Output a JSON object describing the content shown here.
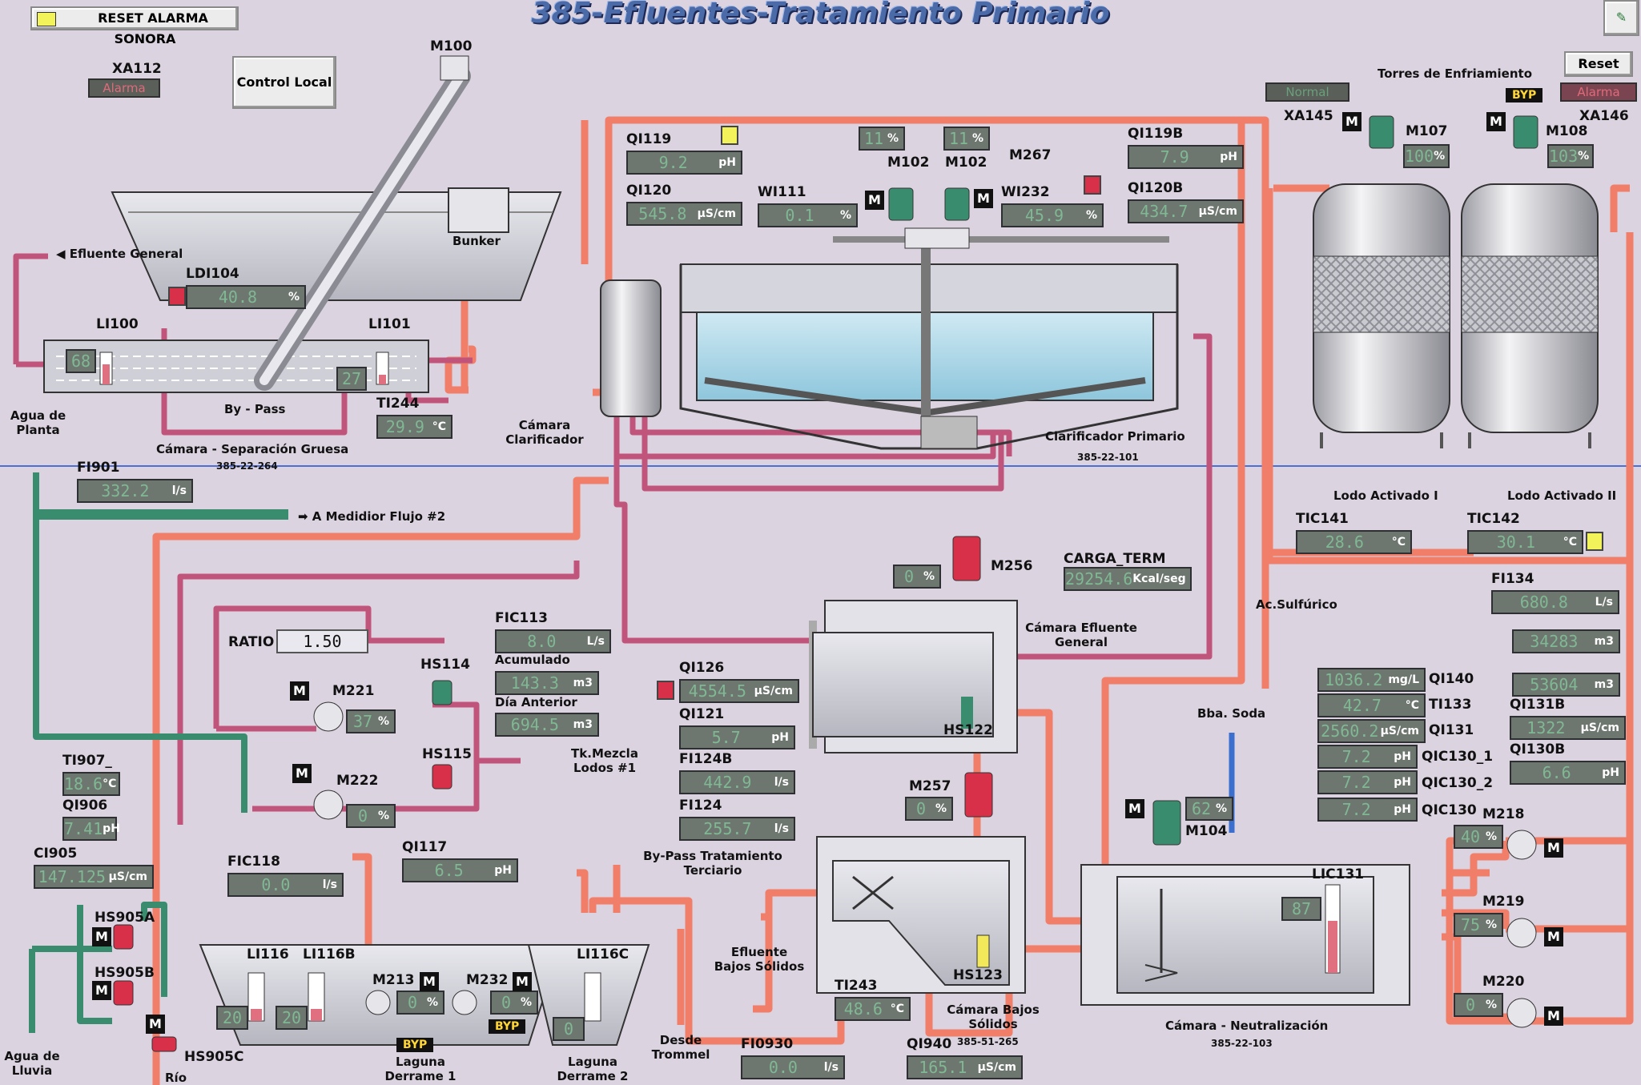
{
  "title": "385-Efluentes-Tratamiento Primario",
  "buttons": {
    "reset_alarm": "RESET ALARMA SONORA",
    "control_local": "Control Local",
    "reset": "Reset"
  },
  "alarms": {
    "xa112": {
      "tag": "XA112",
      "text": "Alarma"
    },
    "xa145": {
      "tag": "XA145",
      "text": "Normal"
    },
    "xa146": {
      "tag": "XA146",
      "text": "Alarma"
    }
  },
  "byp": "BYP",
  "m": "M",
  "labels": {
    "m100": "M100",
    "bunker": "Bunker",
    "efluente_general": "Efluente General",
    "li100": "LI100",
    "li101": "LI101",
    "bypass": "By - Pass",
    "camara_sep": "Cámara - Separación Gruesa",
    "camara_sep_id": "385-22-264",
    "agua_planta": "Agua de Planta",
    "camara_clar": "Cámara Clarificador",
    "clar_primario": "Clarificador Primario",
    "clar_primario_id": "385-22-101",
    "m267": "M267",
    "torres": "Torres de Enfriamiento",
    "m107": "M107",
    "m108": "M108",
    "lodo1": "Lodo Activado I",
    "lodo2": "Lodo Activado II",
    "a_medidor": "A Medidior Flujo #2",
    "carga_term": "CARGA_TERM",
    "m256": "M256",
    "camara_ef_gen": "Cámara Efluente General",
    "ac_sulfurico": "Ac.Sulfúrico",
    "bba_soda": "Bba. Soda",
    "ratio": "RATIO",
    "hs114": "HS114",
    "hs115": "HS115",
    "m221": "M221",
    "m222": "M222",
    "acumulado": "Acumulado",
    "dia_anterior": "Día Anterior",
    "tk_mezcla": "Tk.Mezcla Lodos #1",
    "hs122": "HS122",
    "m257": "M257",
    "hs123": "HS123",
    "m104": "M104",
    "bypass_terc": "By-Pass Tratamiento Terciario",
    "efl_bajos": "Efluente Bajos Sólidos",
    "camara_bajos": "Cámara Bajos Sólidos",
    "camara_bajos_id": "385-51-265",
    "desde_trommel": "Desde Trommel",
    "camara_neut": "Cámara - Neutralización",
    "camara_neut_id": "385-22-103",
    "lic131": "LIC131",
    "m218": "M218",
    "m219": "M219",
    "m220": "M220",
    "hs905a": "HS905A",
    "hs905b": "HS905B",
    "hs905c": "HS905C",
    "agua_lluvia": "Agua de Lluvia",
    "rio": "Río",
    "li116": "LI116",
    "li116b": "LI116B",
    "li116c": "LI116C",
    "m213": "M213",
    "m232": "M232",
    "laguna1": "Laguna Derrame 1",
    "laguna2": "Laguna Derrame 2",
    "qic130_1": "QIC130_1",
    "qic130_2": "QIC130_2",
    "qic130": "QIC130",
    "qi140": "QI140",
    "ti133": "TI133",
    "qi131": "QI131"
  },
  "displays": {
    "ldi104": {
      "tag": "LDI104",
      "value": "40.8",
      "unit": "%"
    },
    "li100": {
      "value": "68"
    },
    "li101": {
      "value": "27"
    },
    "ti244": {
      "tag": "TI244",
      "value": "29.9",
      "unit": "°C"
    },
    "fi901": {
      "tag": "FI901",
      "value": "332.2",
      "unit": "l/s"
    },
    "qi119": {
      "tag": "QI119",
      "value": "9.2",
      "unit": "pH"
    },
    "qi120": {
      "tag": "QI120",
      "value": "545.8",
      "unit": "µS/cm"
    },
    "pct_top1": {
      "value": "11",
      "unit": "%"
    },
    "pct_top2": {
      "value": "11",
      "unit": "%"
    },
    "wi111": {
      "tag": "WI111",
      "value": "0.1",
      "unit": "%"
    },
    "m102a": {
      "tag": "M102"
    },
    "m102b": {
      "tag": "M102"
    },
    "wi232": {
      "tag": "WI232",
      "value": "45.9",
      "unit": "%"
    },
    "qi119b": {
      "tag": "QI119B",
      "value": "7.9",
      "unit": "pH"
    },
    "qi120b": {
      "tag": "QI120B",
      "value": "434.7",
      "unit": "µS/cm"
    },
    "m107": {
      "value": "100",
      "unit": "%"
    },
    "m108": {
      "value": "103",
      "unit": "%"
    },
    "tic141": {
      "tag": "TIC141",
      "value": "28.6",
      "unit": "°C"
    },
    "tic142": {
      "tag": "TIC142",
      "value": "30.1",
      "unit": "°C"
    },
    "fi134": {
      "tag": "FI134",
      "value": "680.8",
      "unit": "L/s"
    },
    "fi134_acum": {
      "value": "34283",
      "unit": "m3"
    },
    "fi134_dia": {
      "value": "53604",
      "unit": "m3"
    },
    "qi131b": {
      "tag": "QI131B",
      "value": "1322",
      "unit": "µS/cm"
    },
    "qi130b": {
      "tag": "QI130B",
      "value": "6.6",
      "unit": "pH"
    },
    "m256": {
      "value": "0",
      "unit": "%"
    },
    "carga_term": {
      "value": "29254.6",
      "unit": "Kcal/seg"
    },
    "ratio": {
      "value": "1.50"
    },
    "fic113": {
      "tag": "FIC113",
      "value": "8.0",
      "unit": "L/s"
    },
    "fic113_acum": {
      "value": "143.3",
      "unit": "m3"
    },
    "fic113_dia": {
      "value": "694.5",
      "unit": "m3"
    },
    "m221": {
      "value": "37",
      "unit": "%"
    },
    "m222": {
      "value": "0",
      "unit": "%"
    },
    "qi126": {
      "tag": "QI126",
      "value": "4554.5",
      "unit": "µS/cm"
    },
    "qi121": {
      "tag": "QI121",
      "value": "5.7",
      "unit": "pH"
    },
    "fi124b": {
      "tag": "FI124B",
      "value": "442.9",
      "unit": "l/s"
    },
    "fi124": {
      "tag": "FI124",
      "value": "255.7",
      "unit": "l/s"
    },
    "m257": {
      "value": "0",
      "unit": "%"
    },
    "m104": {
      "value": "62",
      "unit": "%"
    },
    "qi140": {
      "value": "1036.2",
      "unit": "mg/L"
    },
    "ti133": {
      "value": "42.7",
      "unit": "°C"
    },
    "qi131": {
      "value": "2560.2",
      "unit": "µS/cm"
    },
    "qic130_1": {
      "value": "7.2",
      "unit": "pH"
    },
    "qic130_2": {
      "value": "7.2",
      "unit": "pH"
    },
    "qic130": {
      "value": "7.2",
      "unit": "pH"
    },
    "m218": {
      "value": "40",
      "unit": "%"
    },
    "m219": {
      "value": "75",
      "unit": "%"
    },
    "m220": {
      "value": "0",
      "unit": "%"
    },
    "lic131": {
      "value": "87"
    },
    "ti907": {
      "tag": "TI907_",
      "value": "18.6",
      "unit": "°C"
    },
    "qi906": {
      "tag": "QI906",
      "value": "7.41",
      "unit": "pH"
    },
    "ci905": {
      "tag": "CI905",
      "value": "147.125",
      "unit": "µS/cm"
    },
    "fic118": {
      "tag": "FIC118",
      "value": "0.0",
      "unit": "l/s"
    },
    "qi117": {
      "tag": "QI117",
      "value": "6.5",
      "unit": "pH"
    },
    "m213": {
      "value": "0",
      "unit": "%"
    },
    "m232": {
      "value": "0",
      "unit": "%"
    },
    "li116": {
      "value": "20"
    },
    "li116b": {
      "value": "20"
    },
    "li116c": {
      "value": "0"
    },
    "ti243": {
      "tag": "TI243",
      "value": "48.6",
      "unit": "°C"
    },
    "fi0930": {
      "tag": "FI0930",
      "value": "0.0",
      "unit": "l/s"
    },
    "qi940": {
      "tag": "QI940",
      "value": "165.1",
      "unit": "µS/cm"
    }
  },
  "colors": {
    "pipe_salmon": "#f07e68",
    "pipe_pink": "#c0547a",
    "pipe_green": "#3a8c6e",
    "pipe_blue": "#3a6fd0",
    "indicator_yellow": "#f2f25a",
    "indicator_red": "#d9304a",
    "display_bg": "#6e7670",
    "display_text": "#7fb893"
  }
}
